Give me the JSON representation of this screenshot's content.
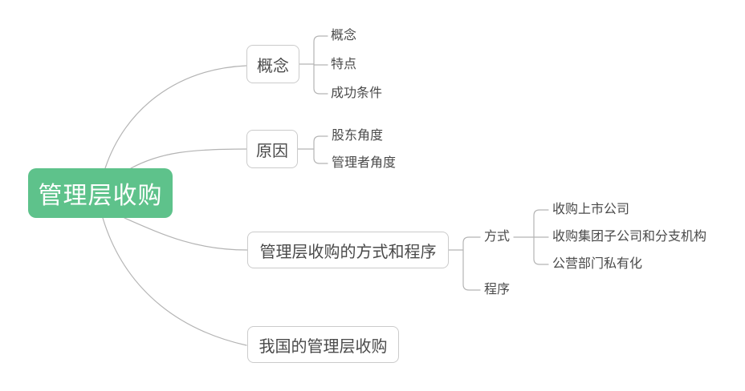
{
  "colors": {
    "root_bg": "#5EC28B",
    "root_text": "#FFFFFF",
    "node_border": "#CBCBCB",
    "node_text": "#4A4A4A",
    "line": "#B4B4B4",
    "canvas_bg": "#FFFFFF"
  },
  "root": {
    "label": "管理层收购"
  },
  "branches": [
    {
      "label": "概念",
      "children": [
        {
          "label": "概念"
        },
        {
          "label": "特点"
        },
        {
          "label": "成功条件"
        }
      ]
    },
    {
      "label": "原因",
      "children": [
        {
          "label": "股东角度"
        },
        {
          "label": "管理者角度"
        }
      ]
    },
    {
      "label": "管理层收购的方式和程序",
      "children": [
        {
          "label": "方式",
          "children": [
            {
              "label": "收购上市公司"
            },
            {
              "label": "收购集团子公司和分支机构"
            },
            {
              "label": "公营部门私有化"
            }
          ]
        },
        {
          "label": "程序"
        }
      ]
    },
    {
      "label": "我国的管理层收购",
      "children": []
    }
  ]
}
